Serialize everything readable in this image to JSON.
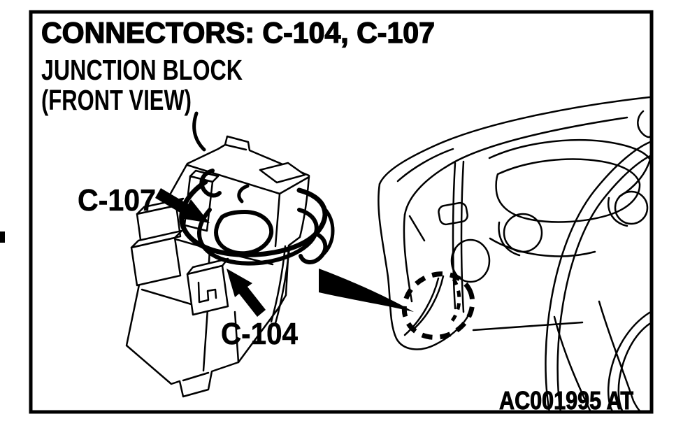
{
  "page": {
    "background_color": "#ffffff",
    "ink_color": "#000000"
  },
  "figure": {
    "title": "CONNECTORS: C-104, C-107",
    "subtitle": "JUNCTION BLOCK",
    "view_note": "(FRONT VIEW)",
    "callouts": [
      {
        "label": "C-107"
      },
      {
        "label": "C-104"
      }
    ],
    "figure_code": "AC001995 AT",
    "drawing_parts": {
      "left": "junction-block-isometric-line-art",
      "right": "instrument-panel-line-art-with-steering-wheel",
      "marker": "dashed-ellipse-location-marker"
    }
  }
}
